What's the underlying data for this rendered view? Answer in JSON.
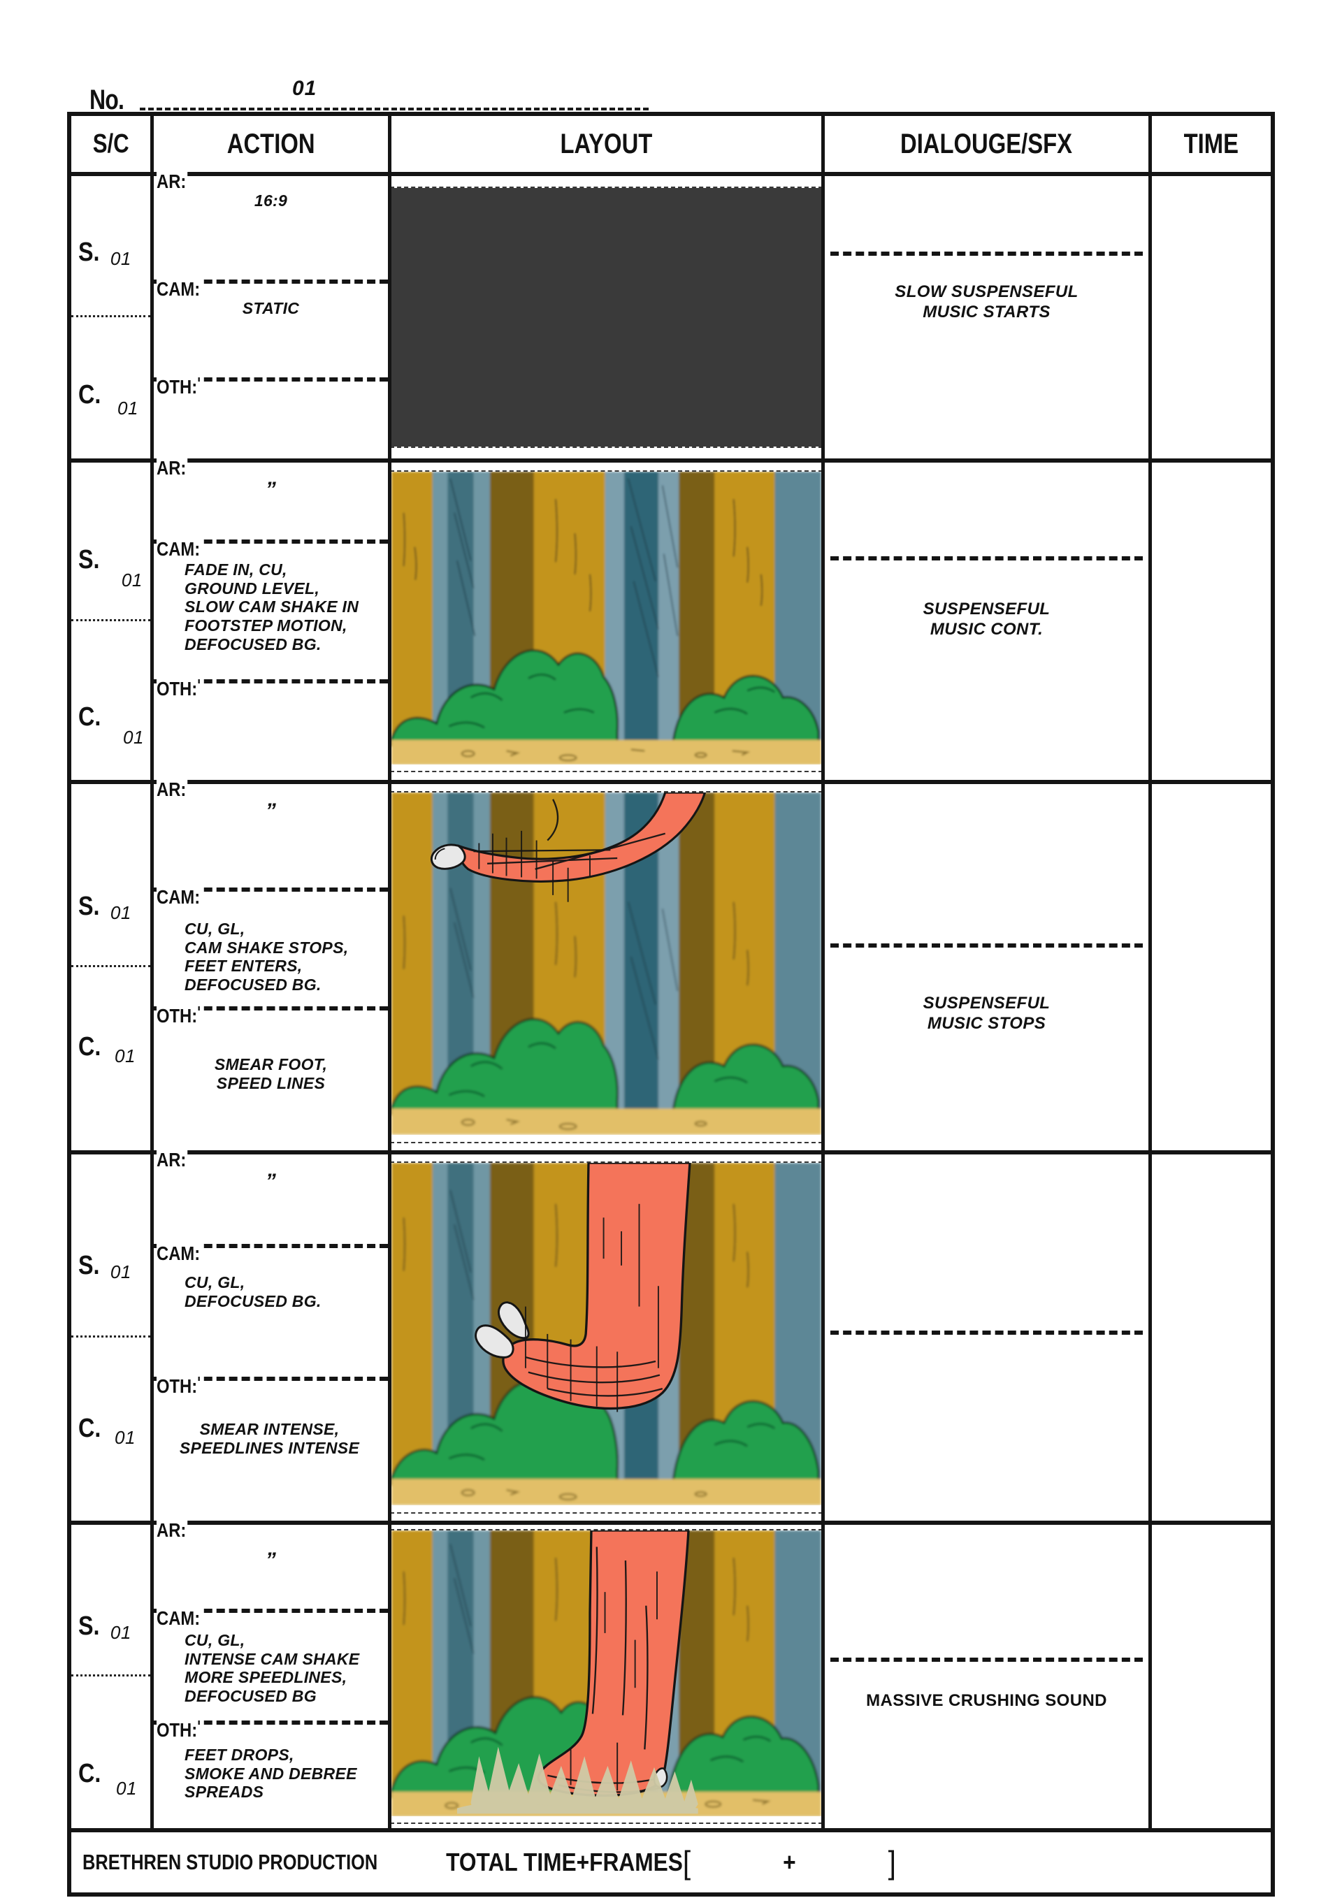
{
  "header": {
    "no_label": "No.",
    "no_value": "01"
  },
  "table": {
    "columns": [
      "S/C",
      "ACTION",
      "LAYOUT",
      "DIALOUGE/SFX",
      "TIME"
    ]
  },
  "action_labels": {
    "ar": "AR:",
    "cam": "CAM:",
    "oth": "OTH:"
  },
  "rows": [
    {
      "scene_label": "S.",
      "scene_num": "01",
      "cut_label": "C.",
      "cut_num": "01",
      "ar": "16:9",
      "cam": "STATIC",
      "oth": "",
      "dialogue": "SLOW SUSPENSEFUL\nMUSIC STARTS",
      "dialogue_style": "italic",
      "time": "",
      "panel": "blank-dark"
    },
    {
      "scene_label": "S.",
      "scene_num": "01",
      "cut_label": "C.",
      "cut_num": "01",
      "ar": "”",
      "cam": "FADE IN, CU,\nGROUND LEVEL,\nSLOW CAM SHAKE IN\nFOOTSTEP MOTION,\nDEFOCUSED BG.",
      "oth": "",
      "dialogue": "SUSPENSEFUL\nMUSIC CONT.",
      "dialogue_style": "italic",
      "time": "",
      "panel": "forest-empty"
    },
    {
      "scene_label": "S.",
      "scene_num": "01",
      "cut_label": "C.",
      "cut_num": "01",
      "ar": "”",
      "cam": "CU, GL,\nCAM SHAKE STOPS,\nFEET ENTERS,\nDEFOCUSED BG.",
      "oth": "SMEAR FOOT,\nSPEED LINES",
      "dialogue": "SUSPENSEFUL\nMUSIC STOPS",
      "dialogue_style": "italic",
      "time": "",
      "panel": "foot-enters"
    },
    {
      "scene_label": "S.",
      "scene_num": "01",
      "cut_label": "C.",
      "cut_num": "01",
      "ar": "”",
      "cam": "CU, GL,\nDEFOCUSED BG.",
      "oth": "SMEAR INTENSE,\nSPEEDLINES INTENSE",
      "dialogue": "",
      "dialogue_style": "italic",
      "time": "",
      "panel": "foot-descends"
    },
    {
      "scene_label": "S.",
      "scene_num": "01",
      "cut_label": "C.",
      "cut_num": "01",
      "ar": "”",
      "cam": "CU, GL,\nINTENSE CAM SHAKE\nMORE SPEEDLINES,\nDEFOCUSED BG",
      "oth": "FEET DROPS,\nSMOKE AND DEBREE\nSPREADS",
      "dialogue": "MASSIVE CRUSHING SOUND",
      "dialogue_style": "upright",
      "time": "",
      "panel": "foot-impact"
    }
  ],
  "footer": {
    "studio": "BRETHREN STUDIO PRODUCTION",
    "total_label": "TOTAL TIME+FRAMES",
    "bracket_open": "[",
    "plus": "+",
    "bracket_close": "]"
  },
  "colors": {
    "blank_panel": "#3a3a3a",
    "trunk_tan": "#c3941f",
    "trunk_dark_brown": "#7a5f18",
    "trunk_blue": "#5d8796",
    "trunk_blue_dark": "#3f6f7e",
    "bush_green": "#22a04e",
    "ground_sand": "#e2bf67",
    "creature_orange": "#f4745a",
    "claw_white": "#e8e8e8",
    "debris_khaki": "#cfcaa6",
    "ink": "#141414"
  }
}
